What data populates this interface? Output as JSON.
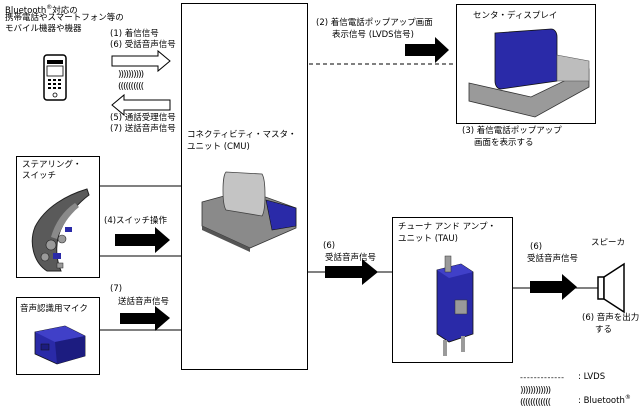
{
  "mobile": {
    "title_line1": "Bluetooth",
    "reg": "®",
    "title_line1_suffix": "対応の",
    "title_line2": "携帯電話やスマートフォン等の",
    "title_line3": "モバイル機器や機器"
  },
  "signals_in": {
    "s1": "(1) 着信信号",
    "s6": "(6) 受話音声信号",
    "wave_right": "))))))))))",
    "wave_left": "((((((((((",
    "s5": "(5) 通話受理信号",
    "s7": "(7) 送話音声信号"
  },
  "steering": {
    "title_line1": "ステアリング・",
    "title_line2": "スイッチ"
  },
  "switch_op": "(4)スイッチ操作",
  "mic": {
    "title": "音声認識用マイク",
    "signal_num": "(7)",
    "signal": "送話音声信号"
  },
  "cmu": {
    "title_line1": "コネクティビティ・マスタ・",
    "title_line2": "ユニット (CMU)"
  },
  "popup_signal": {
    "line1": "(2) 着信電話ポップアップ画面",
    "line2": "表示信号 (LVDS信号)"
  },
  "display": {
    "title": "センタ・ディスプレイ",
    "caption_line1": "(3) 着信電話ポップアップ",
    "caption_line2": "画面を表示する"
  },
  "cmu_to_tau": {
    "num": "(6)",
    "signal": "受話音声信号"
  },
  "tau": {
    "title_line1": "チューナ アンド アンプ・",
    "title_line2": "ユニット (TAU)"
  },
  "tau_to_speaker": {
    "num": "(6)",
    "signal": "受話音声信号"
  },
  "speaker": {
    "title": "スピーカ",
    "caption_line1": "(6) 音声を出力",
    "caption_line2": "する"
  },
  "legend": {
    "lvds_symbol": "- - - - - - - - - - - - -",
    "lvds_label": ": LVDS",
    "bt_symbol1": "))))))))))))",
    "bt_symbol2": "((((((((((((",
    "bt_label": ": Bluetooth",
    "bt_reg": "®"
  },
  "colors": {
    "unit_blue": "#2a2aa8",
    "unit_gray": "#9a9a9a",
    "line": "#000000"
  }
}
